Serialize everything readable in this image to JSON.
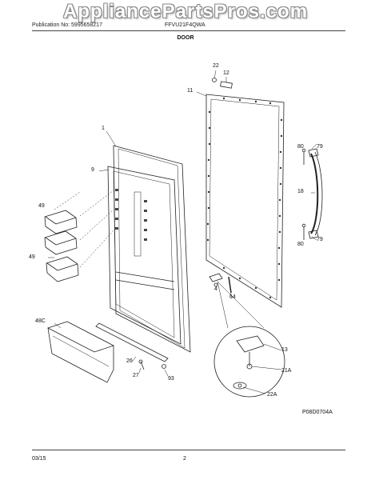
{
  "watermark": "AppliancePartsPros.com",
  "header": {
    "publication": "Publication No: 5995658217",
    "model": "FFVU21F4QWA"
  },
  "section_title": "DOOR",
  "diagram_code": "P08D0704A",
  "footer": {
    "date": "03/15",
    "page": "2"
  },
  "callouts": {
    "c22": "22",
    "c12": "12",
    "c11": "11",
    "c1": "1",
    "c9": "9",
    "c49a": "49",
    "c49b": "49",
    "c80a": "80",
    "c79a": "79",
    "c18": "18",
    "c79b": "79",
    "c80b": "80",
    "c64": "64",
    "c4": "4",
    "c48c": "48C",
    "c26": "26",
    "c27": "27",
    "c93": "93",
    "c13": "13",
    "c21a": "21A",
    "c22a": "22A"
  }
}
